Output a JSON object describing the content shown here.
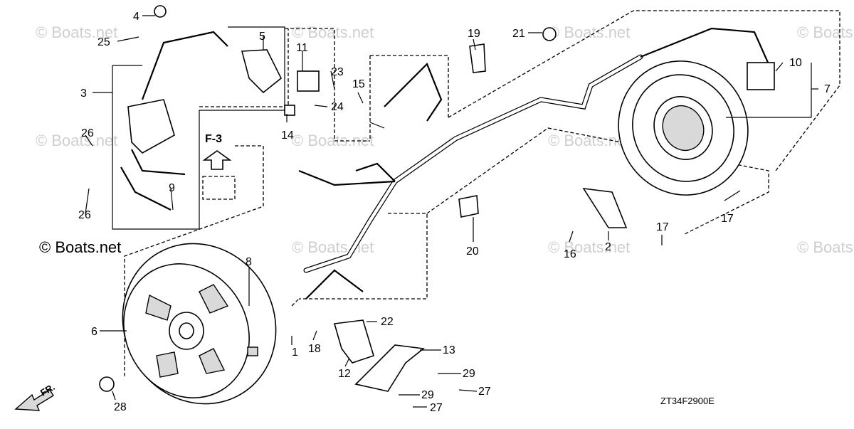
{
  "watermarks": [
    "© Boats.net",
    "© Boats.net",
    "© Boats.net",
    "© Boats.net",
    "© Boats.net",
    "© Boats.net",
    "© Boats.net",
    "© Boats.net",
    "© Boats.net",
    "© Boats.net"
  ],
  "copyright_label": "© Boats.net",
  "reference_label": "F-3",
  "direction_label": "FR.",
  "diagram_code": "ZT34F2900E",
  "callouts": [
    "1",
    "2",
    "3",
    "4",
    "5",
    "6",
    "7",
    "8",
    "9",
    "10",
    "11",
    "12",
    "13",
    "14",
    "15",
    "16",
    "17",
    "17",
    "18",
    "19",
    "20",
    "21",
    "22",
    "23",
    "24",
    "25",
    "26",
    "26",
    "27",
    "27",
    "28",
    "29",
    "29"
  ]
}
